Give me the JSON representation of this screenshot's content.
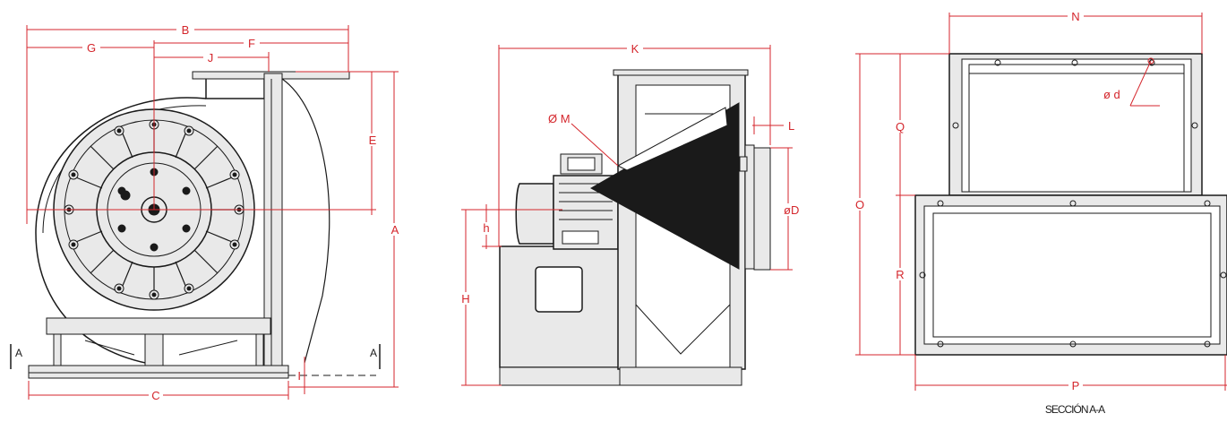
{
  "front_view": {
    "dims": {
      "B": "B",
      "G": "G",
      "F": "F",
      "J": "J",
      "E": "E",
      "A": "A",
      "C": "C",
      "I": "I",
      "section_left": "A",
      "section_right": "A"
    }
  },
  "side_view": {
    "dims": {
      "K": "K",
      "M": "Ø M",
      "L": "L",
      "D": "øD",
      "h": "h",
      "H": "H"
    }
  },
  "section_view": {
    "dims": {
      "N": "N",
      "d": "ø d",
      "Q": "Q",
      "O": "O",
      "R": "R",
      "P": "P"
    },
    "caption": "SECCIÓN A-A"
  },
  "colors": {
    "dimension_red": "#d4262c",
    "line_black": "#1a1a1a",
    "fill_gray": "#e9e9e9"
  }
}
